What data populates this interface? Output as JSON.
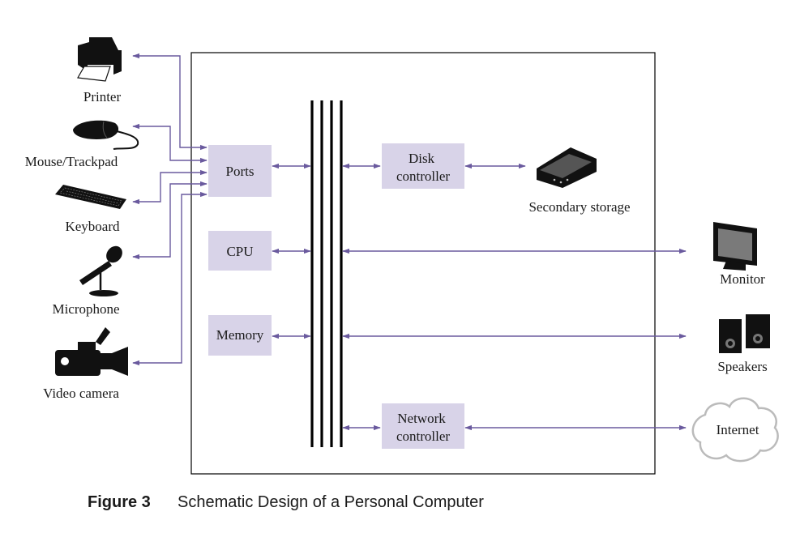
{
  "components": {
    "ports": "Ports",
    "cpu": "CPU",
    "memory": "Memory",
    "disk_controller": [
      "Disk",
      "controller"
    ],
    "network_controller": [
      "Network",
      "controller"
    ]
  },
  "devices": {
    "printer": "Printer",
    "mouse": "Mouse/Trackpad",
    "keyboard": "Keyboard",
    "microphone": "Microphone",
    "video_camera": "Video camera",
    "secondary_storage": "Secondary storage",
    "monitor": "Monitor",
    "speakers": "Speakers",
    "internet": "Internet"
  },
  "caption": {
    "number": "Figure 3",
    "text": "Schematic Design of a Personal Computer"
  },
  "colors": {
    "component_fill": "#d8d3e8",
    "arrow": "#6a5a9e"
  },
  "icons": [
    "printer-icon",
    "mouse-icon",
    "keyboard-icon",
    "microphone-icon",
    "video-camera-icon",
    "storage-drive-icon",
    "monitor-icon",
    "speakers-icon",
    "cloud-icon"
  ]
}
